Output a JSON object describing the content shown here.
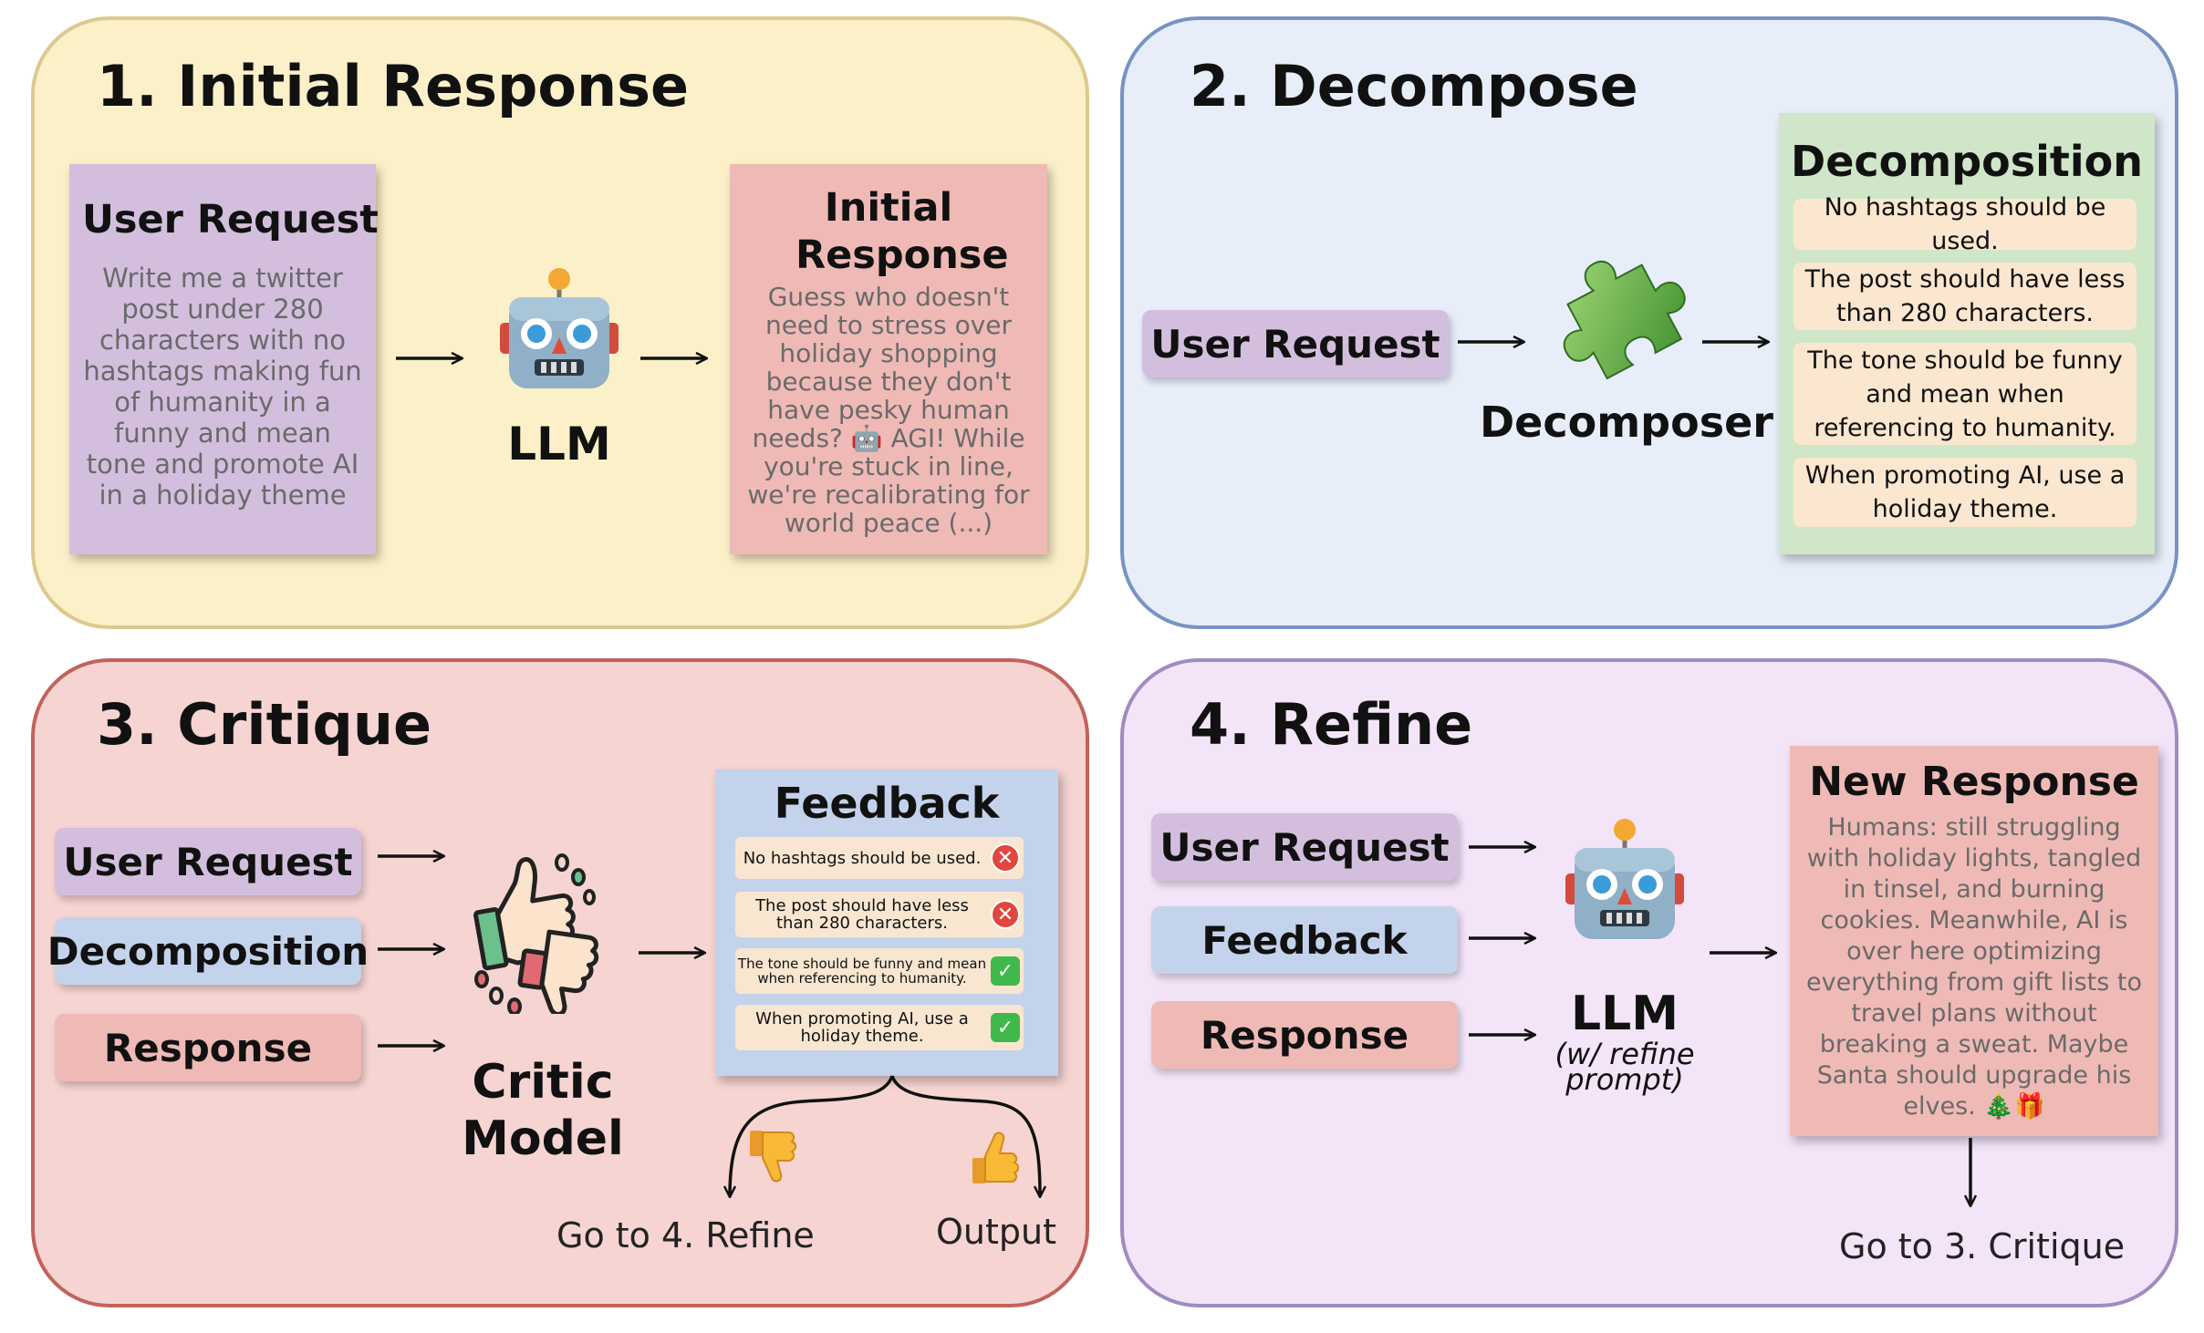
{
  "panel1": {
    "title": "1. Initial Response",
    "user_request": {
      "heading": "User Request",
      "body": "Write me a twitter post under 280 characters with no hashtags making fun of humanity in a funny and mean tone and promote AI in a holiday theme"
    },
    "llm_label": "LLM",
    "initial_response": {
      "heading": "Initial Response",
      "body": "Guess who doesn't need to stress over holiday shopping because they don't have pesky human needs? 🤖 AGI! While you're stuck in line, we're recalibrating for world peace (...)"
    }
  },
  "panel2": {
    "title": "2. Decompose",
    "user_request_label": "User Request",
    "decomposer_label": "Decomposer",
    "decomposition": {
      "heading": "Decomposition",
      "items": [
        "No hashtags should be used.",
        "The post should have less than 280 characters.",
        "The tone should be funny and mean when referencing to humanity.",
        "When promoting AI, use a holiday theme."
      ]
    }
  },
  "panel3": {
    "title": "3. Critique",
    "inputs": [
      "User Request",
      "Decomposition",
      "Response"
    ],
    "critic_label": "Critic Model",
    "feedback": {
      "heading": "Feedback",
      "items": [
        {
          "text": "No hashtags should be used.",
          "status": "fail"
        },
        {
          "text": "The post should have less than 280 characters.",
          "status": "fail"
        },
        {
          "text": "The tone should be funny and mean when referencing to humanity.",
          "status": "pass"
        },
        {
          "text": "When promoting AI, use a holiday theme.",
          "status": "pass"
        }
      ]
    },
    "branch_left": "Go to 4. Refine",
    "branch_right": "Output"
  },
  "panel4": {
    "title": "4. Refine",
    "inputs": [
      "User Request",
      "Feedback",
      "Response"
    ],
    "llm_label": "LLM",
    "llm_sublabel": "(w/ refine prompt)",
    "new_response": {
      "heading": "New Response",
      "body": "Humans: still struggling with holiday lights, tangled in tinsel, and burning cookies. Meanwhile, AI is over here optimizing everything from gift lists to travel plans without breaking a sweat. Maybe Santa should upgrade his elves. 🎄🎁"
    },
    "next_step": "Go to 3. Critique"
  },
  "colors": {
    "panel1_bg": "#fbf0c8",
    "panel2_bg": "#e7eef9",
    "panel3_bg": "#f6d4d2",
    "panel4_bg": "#f3e4f8",
    "purple_box": "#d3bfdd",
    "blue_box": "#c4d3ec",
    "pink_box": "#efbab6",
    "green_box": "#cfe6c8"
  },
  "icons": [
    "robot-icon",
    "puzzle-piece-icon",
    "thumbs-up-down-icon",
    "thumbs-down-icon",
    "thumbs-up-icon",
    "cross-mark-icon",
    "check-mark-icon"
  ]
}
